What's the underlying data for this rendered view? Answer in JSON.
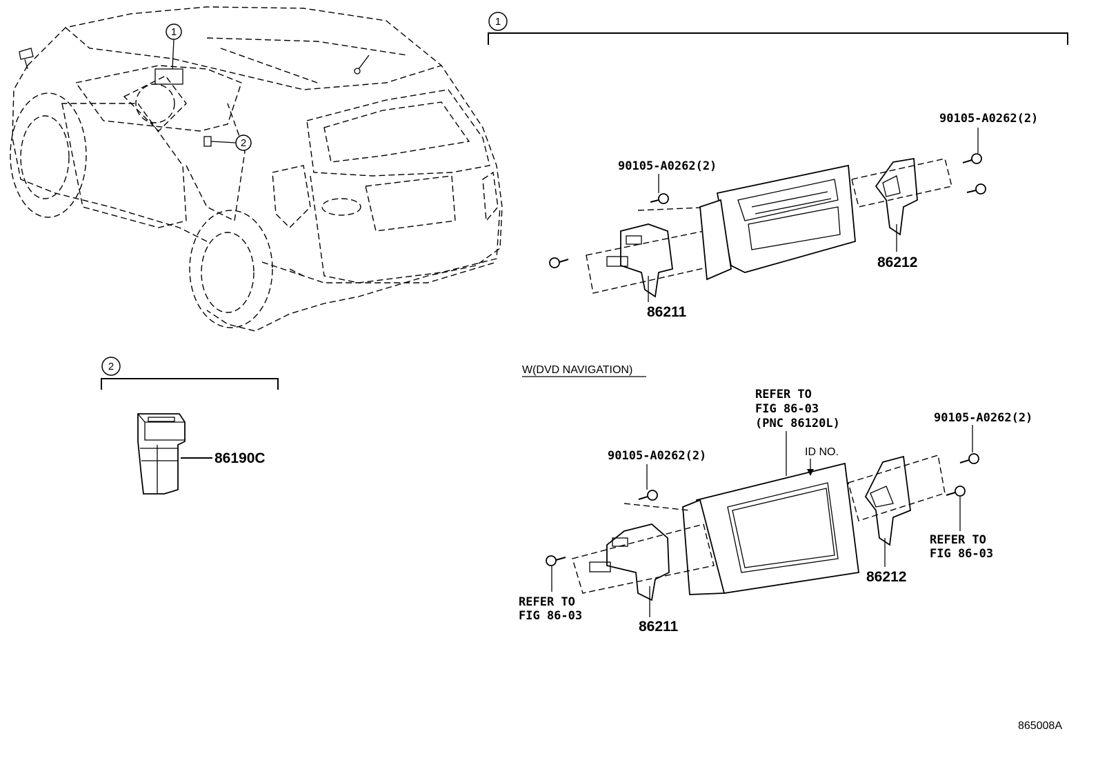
{
  "callouts": {
    "one": "1",
    "two": "2"
  },
  "section_1": {
    "bolt_left": "90105-A0262(2)",
    "bolt_right": "90105-A0262(2)",
    "bracket_left": "86211",
    "bracket_right": "86212"
  },
  "section_2": {
    "switch_part": "86190C"
  },
  "dvd_navigation": {
    "heading": "W(DVD NAVIGATION)",
    "refer_top_1": "REFER TO",
    "refer_top_2": "FIG 86-03",
    "refer_top_3": "(PNC 86120L)",
    "id_no": "ID NO.",
    "bolt_left": "90105-A0262(2)",
    "bolt_right": "90105-A0262(2)",
    "refer_right_1": "REFER TO",
    "refer_right_2": "FIG 86-03",
    "refer_left_1": "REFER TO",
    "refer_left_2": "FIG 86-03",
    "bracket_left": "86211",
    "bracket_right": "86212"
  },
  "figure_id": "865008A"
}
